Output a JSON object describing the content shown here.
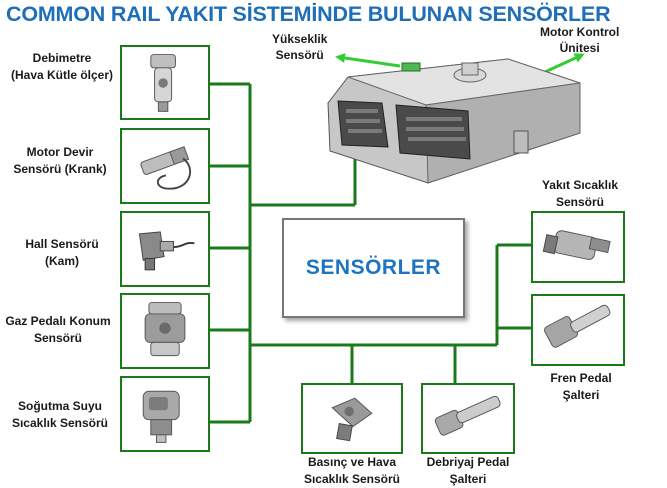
{
  "title": "COMMON RAIL YAKIT SİSTEMİNDE BULUNAN SENSÖRLER",
  "center": {
    "label": "SENSÖRLER"
  },
  "ecu": {
    "name_lines": [
      "Motor Kontrol",
      "Ünitesi"
    ],
    "altitude_sensor_lines": [
      "Yükseklik",
      "Sensörü"
    ]
  },
  "sensors_left": [
    {
      "lines": [
        "Debimetre",
        "(Hava Kütle ölçer)"
      ],
      "icon": "air-mass-meter"
    },
    {
      "lines": [
        "Motor Devir",
        "Sensörü (Krank)"
      ],
      "icon": "crank-sensor"
    },
    {
      "lines": [
        "Hall Sensörü",
        "(Kam)"
      ],
      "icon": "hall-sensor"
    },
    {
      "lines": [
        "Gaz Pedalı Konum",
        "Sensörü"
      ],
      "icon": "pedal-position-sensor"
    },
    {
      "lines": [
        "Soğutma Suyu",
        "Sıcaklık Sensörü"
      ],
      "icon": "coolant-temp-sensor"
    }
  ],
  "sensors_right": [
    {
      "lines": [
        "Yakıt Sıcaklık",
        "Sensörü"
      ],
      "icon": "fuel-temp-sensor"
    },
    {
      "lines": [
        "Fren Pedal",
        "Şalteri"
      ],
      "icon": "brake-pedal-switch"
    }
  ],
  "sensors_bottom": [
    {
      "lines": [
        "Basınç ve Hava",
        "Sıcaklık Sensörü"
      ],
      "icon": "pressure-air-temp-sensor"
    },
    {
      "lines": [
        "Debriyaj Pedal",
        "Şalteri"
      ],
      "icon": "clutch-pedal-switch"
    }
  ],
  "colors": {
    "title": "#1f6fb8",
    "wire": "#1a7a1a",
    "ecu_arrow": "#33cc33",
    "center_text": "#1f74c0"
  }
}
